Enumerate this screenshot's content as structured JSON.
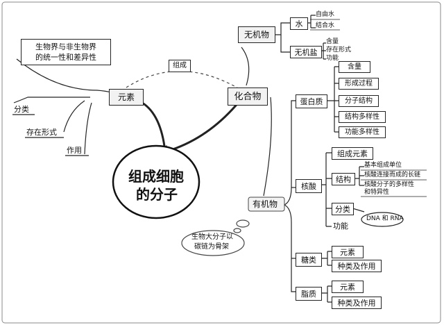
{
  "central": {
    "line1": "组成细胞",
    "line2": "的分子"
  },
  "unity": {
    "line1": "生物界与非生物界",
    "line2": "的统一性和差异性"
  },
  "connector_label": "组成",
  "element": {
    "label": "元素",
    "children": [
      "分类",
      "存在形式",
      "作用"
    ]
  },
  "compound": {
    "label": "化合物"
  },
  "inorganic": {
    "label": "无机物",
    "water": {
      "label": "水",
      "children": [
        "自由水",
        "结合水"
      ]
    },
    "salt": {
      "label": "无机盐",
      "children": [
        "含量",
        "存在形式",
        "功能"
      ]
    }
  },
  "organic": {
    "label": "有机物",
    "note": {
      "line1": "生物大分子以",
      "line2": "碳链为骨架"
    },
    "protein": {
      "label": "蛋白质",
      "children": [
        "含量",
        "形成过程",
        "分子结构",
        "结构多样性",
        "功能多样性"
      ]
    },
    "nucleic": {
      "label": "核酸",
      "composition": "组成元素",
      "structure": {
        "label": "结构",
        "items": [
          "基本组成单位",
          "核酸连接而成的长链",
          "核酸分子的多样性",
          "和特异性"
        ]
      },
      "classification": {
        "label": "分类",
        "items": "DNA 和 RNA"
      },
      "function": "功能"
    },
    "sugar": {
      "label": "糖类",
      "children": [
        "元素",
        "种类及作用"
      ]
    },
    "lipid": {
      "label": "脂质",
      "children": [
        "元素",
        "种类及作用"
      ]
    }
  }
}
